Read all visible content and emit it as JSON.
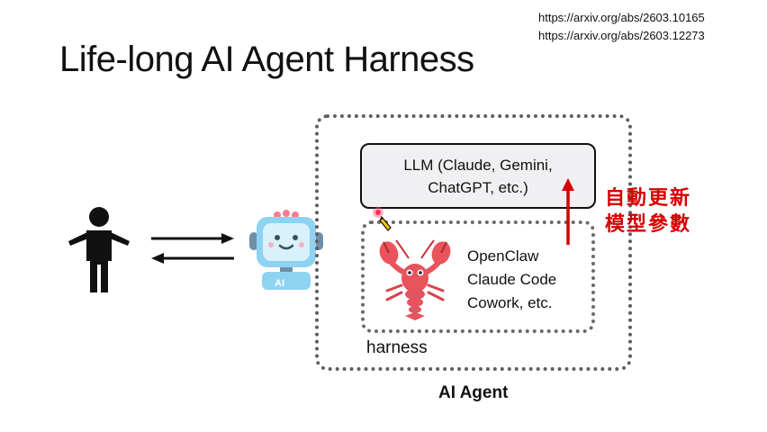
{
  "references": [
    "https://arxiv.org/abs/2603.10165",
    "https://arxiv.org/abs/2603.12273"
  ],
  "title": "Life-long AI Agent Harness",
  "llm_box": {
    "line1": "LLM (Claude, Gemini,",
    "line2": "ChatGPT, etc.)"
  },
  "harness_tools": [
    "OpenClaw",
    "Claude Code",
    "Cowork, etc."
  ],
  "harness_label": "harness",
  "agent_label": "AI Agent",
  "update_label": {
    "line1": "自動更新",
    "line2": "模型參數"
  },
  "robot_badge": "AI",
  "colors": {
    "accent_red": "#d50000",
    "robot_blue": "#8fd3f2",
    "lobster_red": "#e8535c"
  },
  "icons": [
    "person-icon",
    "robot-icon",
    "lobster-icon",
    "arrow-right-icon",
    "arrow-left-icon",
    "arrow-up-icon"
  ]
}
